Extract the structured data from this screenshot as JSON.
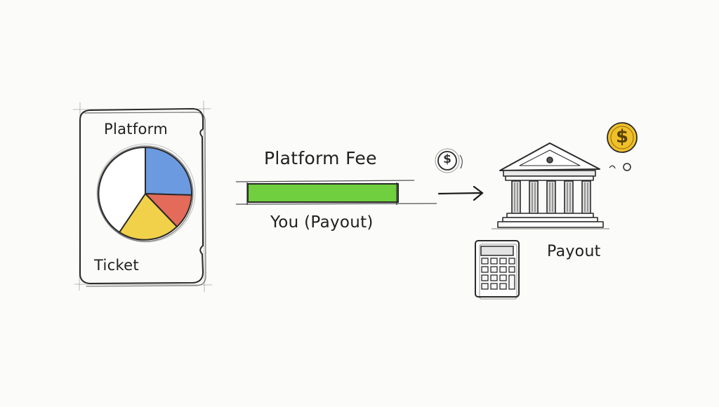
{
  "ticket": {
    "title": "Platform",
    "bottom_label": "Ticket",
    "pie_colors": [
      "#6b9ae0",
      "#e46a5a",
      "#f2d14a",
      "#ffffff"
    ]
  },
  "fee_bar": {
    "top_label": "Platform Fee",
    "bottom_label": "You (Payout)",
    "fill_color": "#6fcf3f"
  },
  "bank": {
    "label": "Payout",
    "coin_symbol": "$",
    "coin_color": "#f0c02a"
  },
  "transfer_coin": {
    "symbol": "$"
  },
  "icons": [
    "ticket-icon",
    "pie-chart-icon",
    "dollar-coin-icon",
    "arrow-right-icon",
    "bank-icon",
    "calculator-icon"
  ]
}
